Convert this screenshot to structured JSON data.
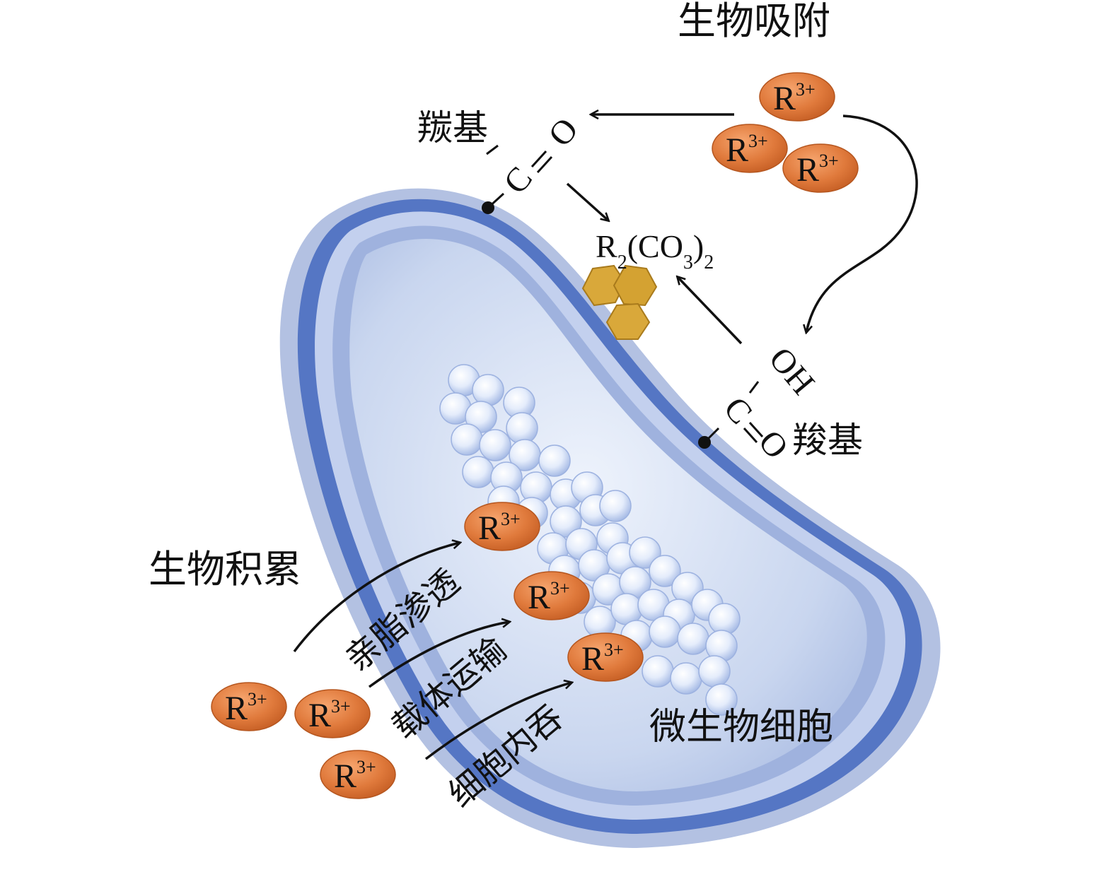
{
  "labels": {
    "biosorption": "生物吸附",
    "bioaccumulation": "生物积累",
    "carbonyl": "羰基",
    "carboxyl": "羧基",
    "cell": "微生物细胞",
    "lipophilic": "亲脂渗透",
    "carrier": "载体运输",
    "endocytosis": "细胞内吞"
  },
  "ion": {
    "letter": "R",
    "charge": "3+"
  },
  "precipitate": {
    "r": "R",
    "r_sub": "2",
    "open": "(CO",
    "co_sub": "3",
    "close": ")",
    "outer_sub": "2"
  },
  "groups": {
    "carbonyl_c": "C",
    "carbonyl_o": "O",
    "carboxyl_c": "C",
    "carboxyl_o": "O",
    "carboxyl_oh": "OH"
  },
  "colors": {
    "ion_fill": "#e07a3c",
    "hexagon_fill": "#d9a83a",
    "cell_outer": "#aab8dc",
    "cell_band": "#4f6fbf",
    "cell_inner": "#bfcdea",
    "vesicle": "#dfe8fb"
  }
}
